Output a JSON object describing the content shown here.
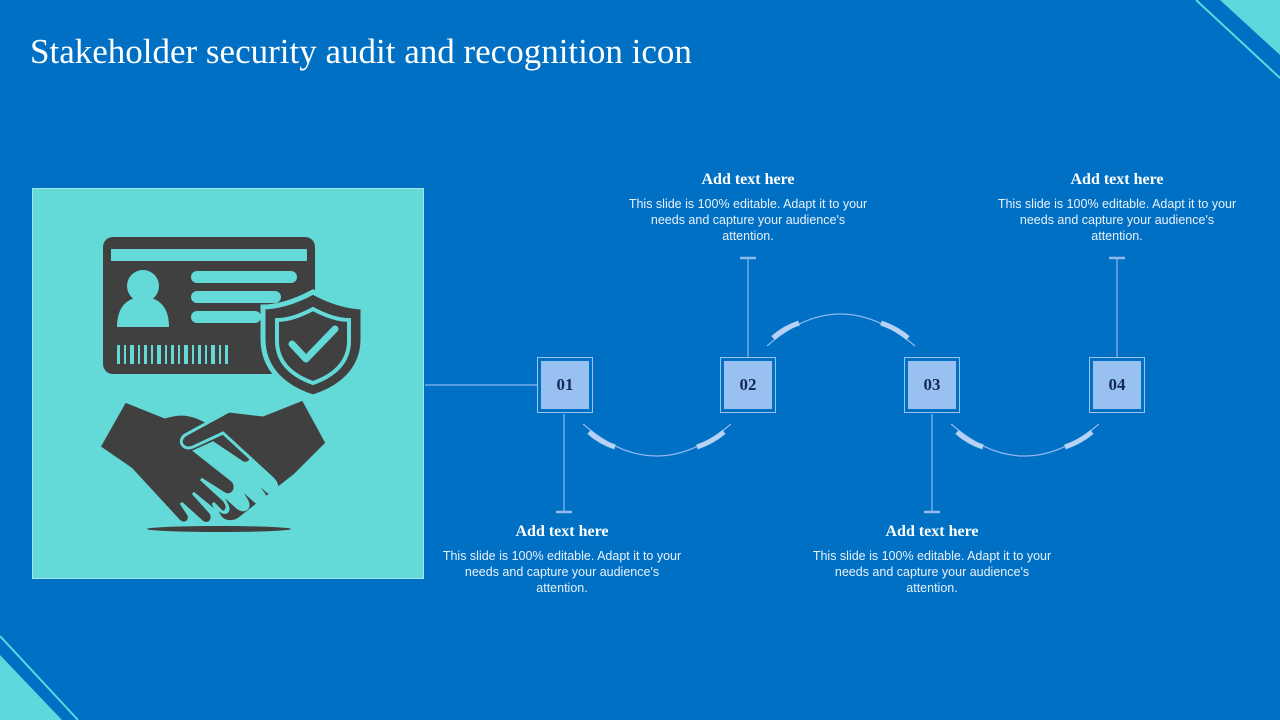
{
  "slide": {
    "title": "Stakeholder security audit and recognition icon",
    "colors": {
      "background": "#0070C4",
      "panel": "#63D9D8",
      "icon": "#404040",
      "step_box": "#98C1F2",
      "step_text": "#14285A",
      "arc": "#8EB8EE"
    },
    "icon_semantics": [
      "id-card-icon",
      "shield-check-icon",
      "handshake-icon"
    ]
  },
  "steps": [
    {
      "number": "01",
      "heading": "Add text here",
      "body": "This slide is 100% editable. Adapt it to your needs and capture your audience's attention."
    },
    {
      "number": "02",
      "heading": "Add text here",
      "body": "This slide is 100% editable. Adapt it to your needs and capture your audience's attention."
    },
    {
      "number": "03",
      "heading": "Add text here",
      "body": "This slide is 100% editable. Adapt it to your needs and capture your audience's attention."
    },
    {
      "number": "04",
      "heading": "Add text here",
      "body": "This slide is 100% editable. Adapt it to your needs and capture your audience's attention."
    }
  ]
}
